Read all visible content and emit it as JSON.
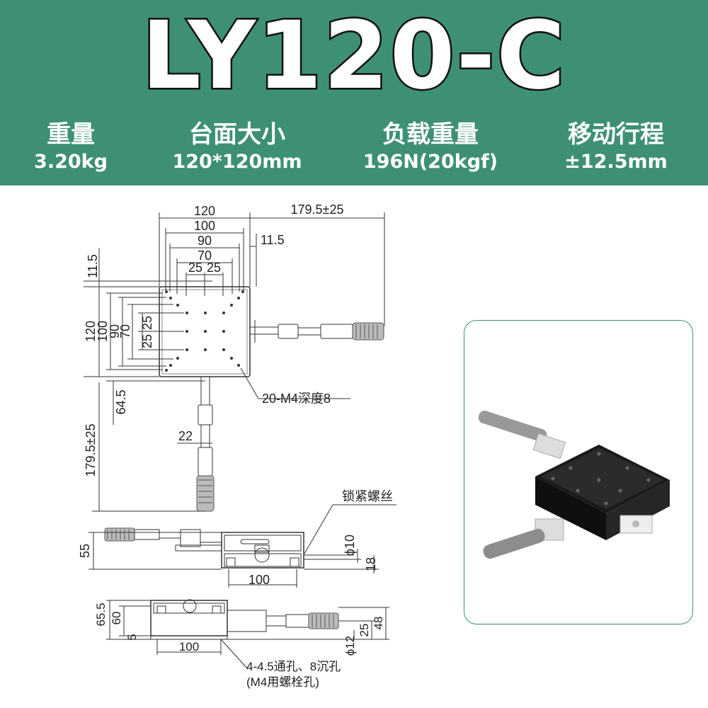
{
  "header": {
    "title": "LY120-C",
    "specs": [
      {
        "label": "重量",
        "value": "3.20kg"
      },
      {
        "label": "台面大小",
        "value": "120*120mm"
      },
      {
        "label": "负载重量",
        "value": "196N(20kgf)"
      },
      {
        "label": "移动行程",
        "value": "±12.5mm"
      }
    ]
  },
  "drawing": {
    "top_view": {
      "dims_top": [
        "120",
        "100",
        "90",
        "70",
        "25",
        "25"
      ],
      "dim_travel_x": "179.5±25",
      "dim_offset_x": "11.5",
      "dim_offset_y": "11.5",
      "dims_left": [
        "120",
        "100",
        "90",
        "70",
        "25",
        "25"
      ],
      "dim_64": "64.5",
      "dim_travel_y": "179.5±25",
      "dim_22": "22",
      "hole_note": "20-M4深度8"
    },
    "front_view": {
      "lock_label": "锁紧螺丝",
      "dim_55": "55",
      "dim_phi10": "ϕ10",
      "dim_18": "18",
      "dim_100": "100"
    },
    "side_view": {
      "dim_655": "65.5",
      "dim_60": "60",
      "dim_5": "5",
      "dim_100": "100",
      "dim_25": "25",
      "dim_48": "48",
      "dim_phi12": "ϕ12",
      "mount_note_1": "4-4.5通孔、8沉孔",
      "mount_note_2": "(M4用螺栓孔)"
    }
  }
}
